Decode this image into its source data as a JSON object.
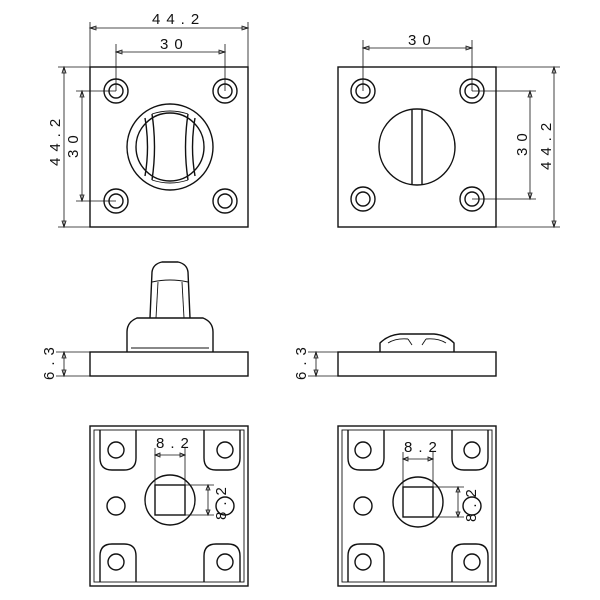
{
  "dimensions": {
    "top_left_overall_width": "44.2",
    "top_left_hole_spacing": "30",
    "top_left_overall_height": "44.2",
    "top_left_hole_spacing_v": "30",
    "top_right_hole_spacing": "30",
    "top_right_hole_spacing_v": "30",
    "top_right_overall_height": "44.2",
    "side_left_thickness": "6.3",
    "side_right_thickness": "6.3",
    "bottom_left_square_w": "8.2",
    "bottom_left_square_h": "8.2",
    "bottom_right_square_w": "8.2",
    "bottom_right_square_h": "8.2"
  },
  "colors": {
    "line": "#111111",
    "background": "#ffffff"
  }
}
